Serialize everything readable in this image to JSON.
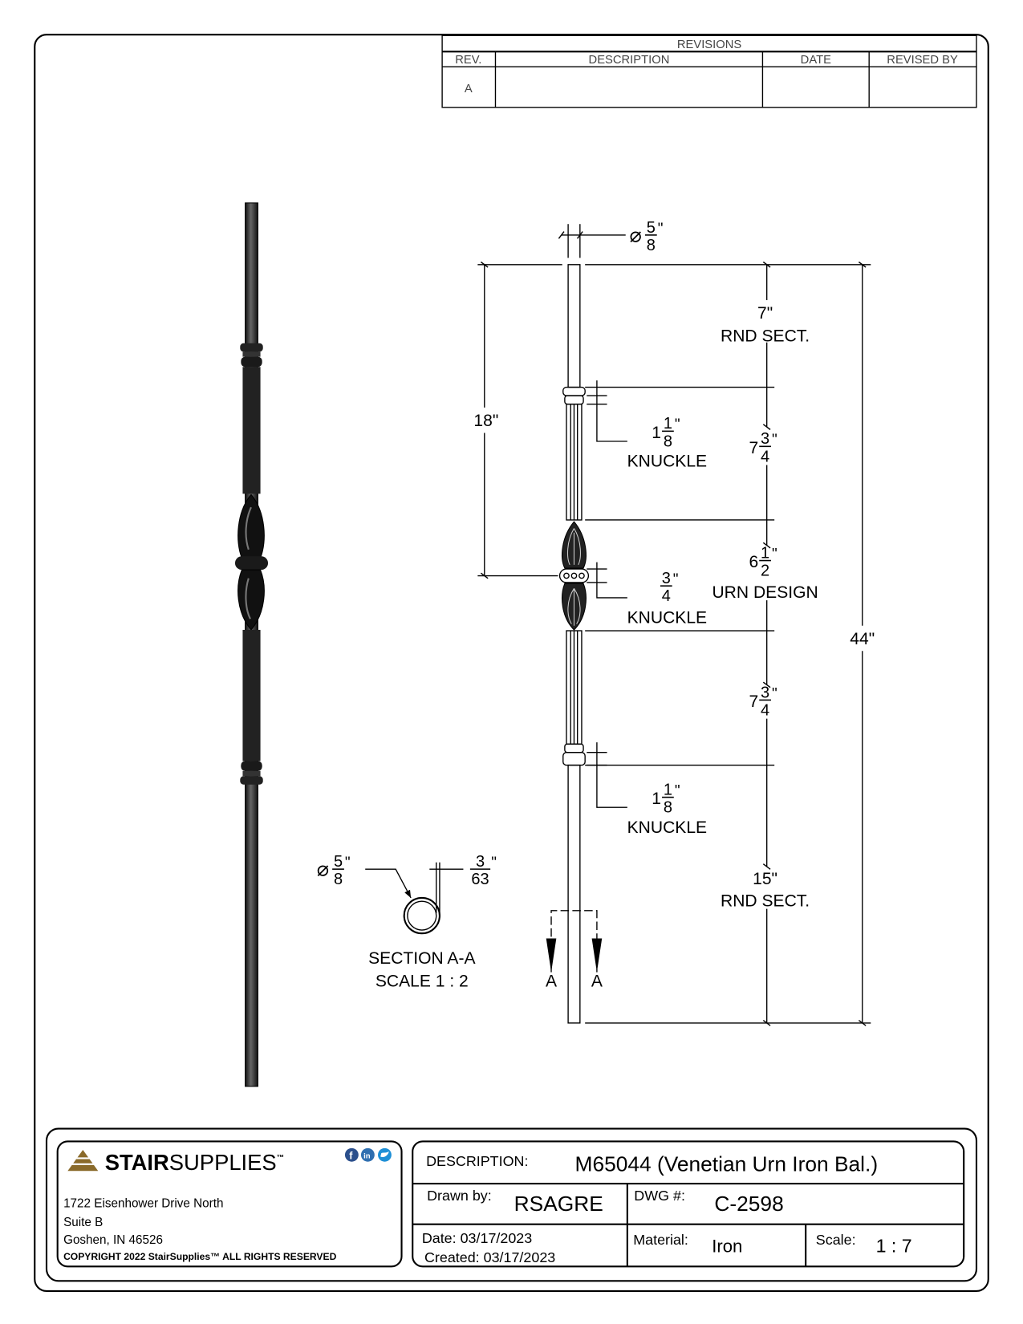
{
  "revisions": {
    "title": "REVISIONS",
    "headers": [
      "REV.",
      "DESCRIPTION",
      "DATE",
      "REVISED BY"
    ],
    "rows": [
      [
        "A",
        "",
        "",
        ""
      ]
    ]
  },
  "dimensions": {
    "diameter_top": {
      "prefix": "⌀",
      "whole": "",
      "num": "5",
      "den": "8"
    },
    "top_round": {
      "value": "7\"",
      "label": "RND SECT."
    },
    "upper_shaft": {
      "whole": "7",
      "num": "3",
      "den": "4"
    },
    "urn": {
      "whole": "6",
      "num": "1",
      "den": "2",
      "label": "URN DESIGN"
    },
    "lower_shaft": {
      "whole": "7",
      "num": "3",
      "den": "4"
    },
    "bottom_round": {
      "value": "15\"",
      "label": "RND SECT."
    },
    "overall": "44\"",
    "to_center": "18\"",
    "knuckle_upper": {
      "whole": "1",
      "num": "1",
      "den": "8",
      "label": "KNUCKLE"
    },
    "knuckle_center": {
      "whole": "",
      "num": "3",
      "den": "4",
      "label": "KNUCKLE"
    },
    "knuckle_lower": {
      "whole": "1",
      "num": "1",
      "den": "8",
      "label": "KNUCKLE"
    }
  },
  "section": {
    "diameter": {
      "prefix": "⌀",
      "whole": "",
      "num": "5",
      "den": "8"
    },
    "wall": {
      "whole": "",
      "num": "3",
      "den": "63"
    },
    "title": "SECTION A-A",
    "scale": "SCALE 1 : 2",
    "marker_left": "A",
    "marker_right": "A"
  },
  "company": {
    "logo_bold": "STAIR",
    "logo_light": "SUPPLIES",
    "tm": "™",
    "social_icons": [
      "facebook-icon",
      "linkedin-icon",
      "twitter-icon"
    ],
    "address_1": "1722 Eisenhower Drive North",
    "address_2": "Suite B",
    "address_3": "Goshen, IN 46526",
    "copyright": "COPYRIGHT 2022 StairSupplies™ ALL RIGHTS RESERVED",
    "brand_color": "#8a6a2a"
  },
  "title_block": {
    "description_label": "DESCRIPTION:",
    "description": "M65044 (Venetian Urn Iron Bal.)",
    "drawn_by_label": "Drawn by:",
    "drawn_by": "RSAGRE",
    "dwg_label": "DWG #:",
    "dwg": "C-2598",
    "date": "Date: 03/17/2023",
    "created": "Created: 03/17/2023",
    "material_label": "Material:",
    "material": "Iron",
    "scale_label": "Scale:",
    "scale": "1 : 7"
  }
}
